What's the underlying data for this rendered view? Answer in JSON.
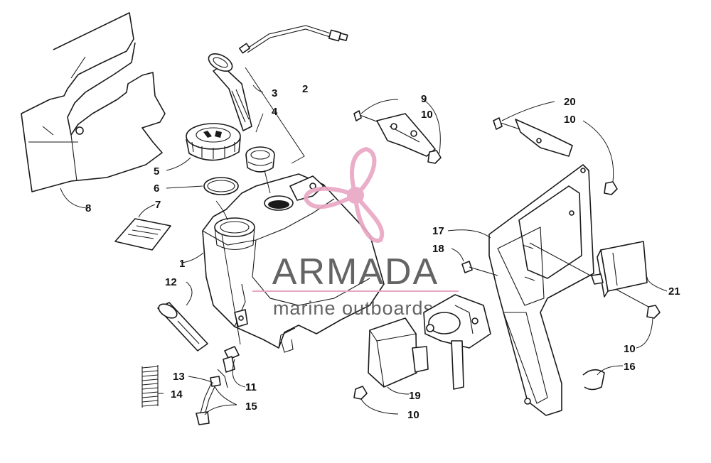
{
  "watermark": {
    "brand": "ARMADA",
    "tagline": "marine outboards",
    "accent_color": "#e9a6c4"
  },
  "callouts": [
    {
      "id": "c1",
      "text": "1"
    },
    {
      "id": "c2",
      "text": "2"
    },
    {
      "id": "c3",
      "text": "3"
    },
    {
      "id": "c4",
      "text": "4"
    },
    {
      "id": "c5",
      "text": "5"
    },
    {
      "id": "c6",
      "text": "6"
    },
    {
      "id": "c7",
      "text": "7"
    },
    {
      "id": "c8",
      "text": "8"
    },
    {
      "id": "c9",
      "text": "9"
    },
    {
      "id": "c10a",
      "text": "10"
    },
    {
      "id": "c20",
      "text": "20"
    },
    {
      "id": "c10b",
      "text": "10"
    },
    {
      "id": "c17",
      "text": "17"
    },
    {
      "id": "c18",
      "text": "18"
    },
    {
      "id": "c21",
      "text": "21"
    },
    {
      "id": "c12",
      "text": "12"
    },
    {
      "id": "c11",
      "text": "11"
    },
    {
      "id": "c13",
      "text": "13"
    },
    {
      "id": "c14",
      "text": "14"
    },
    {
      "id": "c15",
      "text": "15"
    },
    {
      "id": "c19",
      "text": "19"
    },
    {
      "id": "c10c",
      "text": "10"
    },
    {
      "id": "c10d",
      "text": "10"
    },
    {
      "id": "c16",
      "text": "16"
    }
  ]
}
